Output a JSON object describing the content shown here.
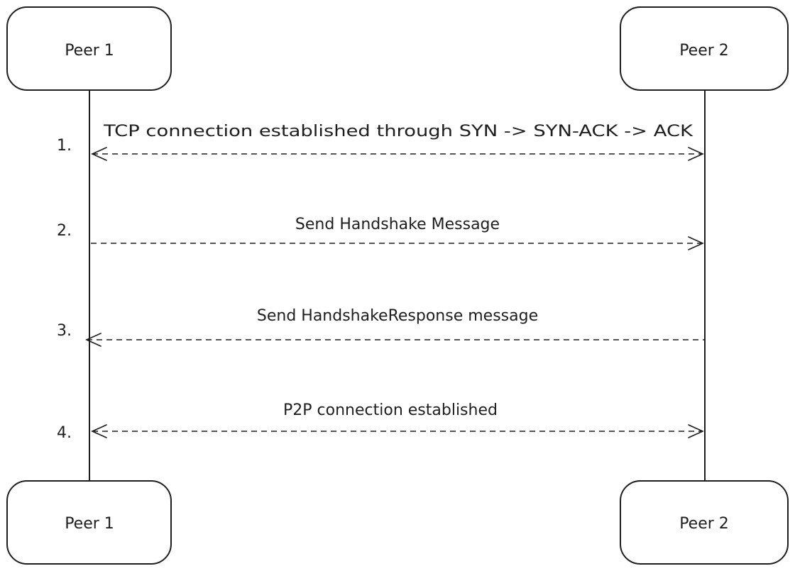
{
  "participants": [
    {
      "id": "peer1",
      "label": "Peer 1"
    },
    {
      "id": "peer2",
      "label": "Peer 2"
    }
  ],
  "messages": [
    {
      "step": "1.",
      "label": "TCP connection established through SYN -> SYN-ACK -> ACK",
      "from": "peer1",
      "to": "peer2",
      "direction": "both"
    },
    {
      "step": "2.",
      "label": "Send Handshake Message",
      "from": "peer1",
      "to": "peer2",
      "direction": "right"
    },
    {
      "step": "3.",
      "label": "Send HandshakeResponse message",
      "from": "peer2",
      "to": "peer1",
      "direction": "left"
    },
    {
      "step": "4.",
      "label": "P2P connection established",
      "from": "peer1",
      "to": "peer2",
      "direction": "both"
    }
  ]
}
